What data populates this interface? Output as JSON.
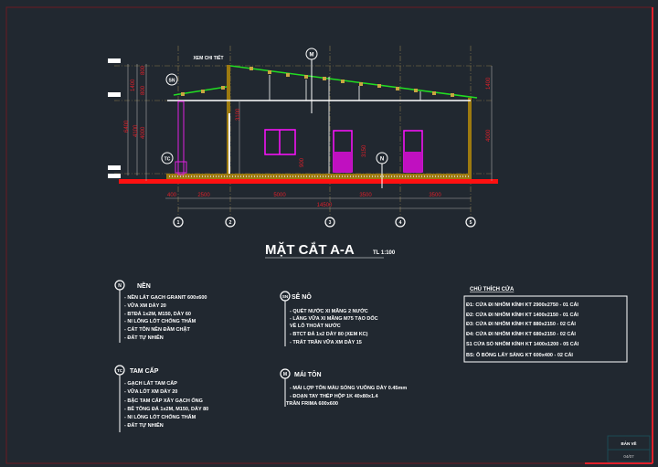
{
  "title": "MẶT CẮT A-A",
  "scale": "TL 1:100",
  "axes": [
    "1",
    "2",
    "3",
    "4",
    "5"
  ],
  "dimensions": [
    "400",
    "2500",
    "5000",
    "3500",
    "3500",
    "14500"
  ],
  "height_dims": [
    "1400",
    "800",
    "800",
    "6400",
    "4100",
    "4000",
    "1400",
    "4000",
    "3100",
    "3150",
    "900"
  ],
  "tags": {
    "M": "M",
    "SN": "SN",
    "TC": "TC",
    "N": "N"
  },
  "roof_note": "XEM CHI TIẾT",
  "sections": {
    "nen": {
      "tag": "N",
      "title": "NỀN",
      "items": [
        "- NỀN LÁT GẠCH GRANIT 600x600",
        "- VỮA XM DÀY 20",
        "- BTĐÁ 1x2M, M150, DÀY 60",
        "- NI LÔNG LÓT CHỐNG THẤM",
        "- CÁT TÔN NỀN ĐẦM CHẶT",
        "- ĐẤT TỰ NHIÊN"
      ]
    },
    "seno": {
      "tag": "SN",
      "title": "SÊ NÔ",
      "items": [
        "- QUÉT NƯỚC XI MĂNG 2 NƯỚC",
        "- LÁNG VỮA XI MĂNG M75 TẠO DỐC",
        "VỀ LỖ THOÁT NƯỚC",
        "- BTCT ĐÁ 1x2 DÀY 80 (XEM KC)",
        "- TRÁT TRẦN VỮA XM DÀY 15"
      ]
    },
    "tamcap": {
      "tag": "TC",
      "title": "TAM CẤP",
      "items": [
        "- GẠCH LÁT TAM CẤP",
        "- VỮA LÓT XM DÀY 20",
        "- BẬC TAM CẤP XÂY GẠCH ỐNG",
        "- BÊ TÔNG ĐÁ 1x2M, M150, DÀY 80",
        "- NI LÔNG LÓT CHỐNG THẤM",
        "- ĐẤT TỰ NHIÊN"
      ]
    },
    "maiton": {
      "tag": "M",
      "title": "MÁI TÔN",
      "items": [
        "- MÁI LỢP TÔN MÀU SÓNG VUÔNG DÀY 0.45mm",
        "- ĐOẠN TAY THÉP HỘP 1K 40x80x1.4",
        "TRẦN FRIMA 600x600"
      ]
    }
  },
  "legend": {
    "title": "CHÚ THÍCH CỬA",
    "items": [
      "Đ1: CỬA ĐI NHÔM KÍNH KT 2900x2750 - 01 CÁI",
      "Đ2: CỬA ĐI NHÔM KÍNH KT 1400x2150 - 01 CÁI",
      "Đ3: CỬA ĐI NHÔM KÍNH KT 880x2150 - 02 CÁI",
      "Đ4: CỬA ĐI NHÔM KÍNH KT 680x2150 - 02 CÁI",
      "S1  CỬA SỔ NHÔM KÍNH KT 1400x1200 - 05 CÁI",
      "BS: Ô BÓNG LẤY SÁNG KT 600x400 - 02 CÁI"
    ]
  },
  "titleblock": {
    "label": "BẢN VẼ",
    "sheet": "04/07"
  }
}
